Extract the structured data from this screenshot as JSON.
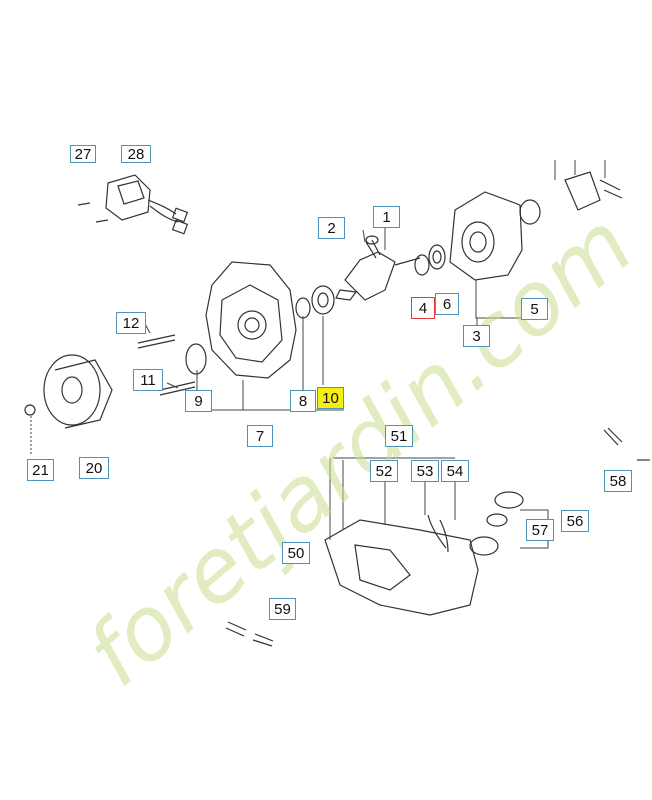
{
  "diagram": {
    "labels": [
      {
        "id": "27",
        "text": "27"
      },
      {
        "id": "28",
        "text": "28"
      },
      {
        "id": "1",
        "text": "1"
      },
      {
        "id": "2",
        "text": "2"
      },
      {
        "id": "12",
        "text": "12"
      },
      {
        "id": "11",
        "text": "11"
      },
      {
        "id": "9",
        "text": "9"
      },
      {
        "id": "8",
        "text": "8"
      },
      {
        "id": "10",
        "text": "10"
      },
      {
        "id": "7",
        "text": "7"
      },
      {
        "id": "4",
        "text": "4"
      },
      {
        "id": "6",
        "text": "6"
      },
      {
        "id": "5",
        "text": "5"
      },
      {
        "id": "3",
        "text": "3"
      },
      {
        "id": "21",
        "text": "21"
      },
      {
        "id": "20",
        "text": "20"
      },
      {
        "id": "51",
        "text": "51"
      },
      {
        "id": "52",
        "text": "52"
      },
      {
        "id": "53",
        "text": "53"
      },
      {
        "id": "54",
        "text": "54"
      },
      {
        "id": "50",
        "text": "50"
      },
      {
        "id": "57",
        "text": "57"
      },
      {
        "id": "56",
        "text": "56"
      },
      {
        "id": "58",
        "text": "58"
      },
      {
        "id": "59",
        "text": "59"
      }
    ],
    "highlighted_label": "10",
    "watermark": "foretjardin.com",
    "colors": {
      "label_border": "#4f93b8",
      "highlight": "#f4ef10",
      "watermark_green": "#c8dc8c",
      "watermark_orange": "#f2b07a"
    }
  }
}
